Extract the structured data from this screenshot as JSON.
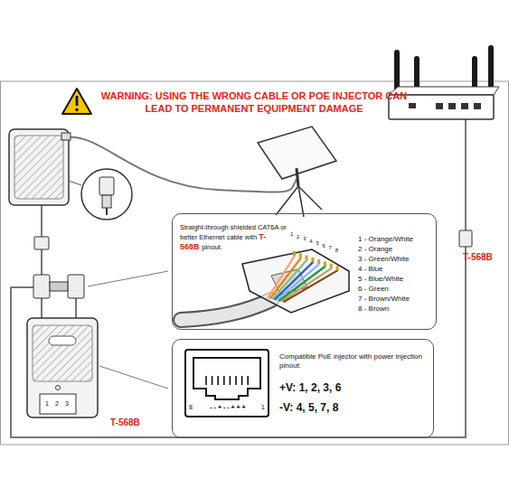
{
  "diagram": {
    "title": "WARNING: USING THE WRONG CABLE OR POE INJECTOR CAN LEAD TO PERMANENT EQUIPMENT DAMAGE",
    "nodes": [
      {
        "text": [
          "Straight-through shielded CAT6A or better Ethernet cable with",
          "T-568B",
          "pinout.",
          "1 - Orange/White",
          "2 - Orange",
          "3 - Green/White",
          "4 - Blue",
          "5 - Blue/White",
          "6 - Green",
          "7 - Brown/White",
          "8 - Brown"
        ]
      },
      {
        "text": [
          "Compatible PoE injector with power injection pinout:",
          "+V: 1, 2, 3, 6",
          "-V: 4, 5, 7, 8"
        ]
      },
      {
        "text": [
          "8",
          "- - + - - + + +",
          "1"
        ],
        "in": 1
      }
    ],
    "labels": [
      "T-568B",
      "T-568B",
      "1",
      "2",
      "3",
      "4",
      "5",
      "6",
      "7",
      "8",
      "1",
      "2",
      "3"
    ]
  }
}
